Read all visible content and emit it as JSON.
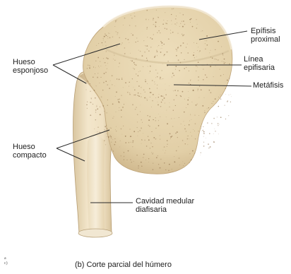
{
  "labels": {
    "hueso_esponjoso": "Hueso\nesponjoso",
    "hueso_compacto": "Hueso\ncompacto",
    "epifisis_proximal": "Epífisis\nproximal",
    "linea_epifisaria": "Línea\nepifisaria",
    "metafisis": "Metáfisis",
    "cavidad_medular": "Cavidad medular\ndiafisaria"
  },
  "caption": "(b) Corte parcial del húmero",
  "corner_text": "a\nc)",
  "colors": {
    "bone_spongy": "#e6d6b2",
    "bone_speckle": "#8a6a45",
    "bone_compact": "#efe2c6",
    "bone_cut_edge": "#f6eedc",
    "leader_line": "#2a2a2a"
  }
}
